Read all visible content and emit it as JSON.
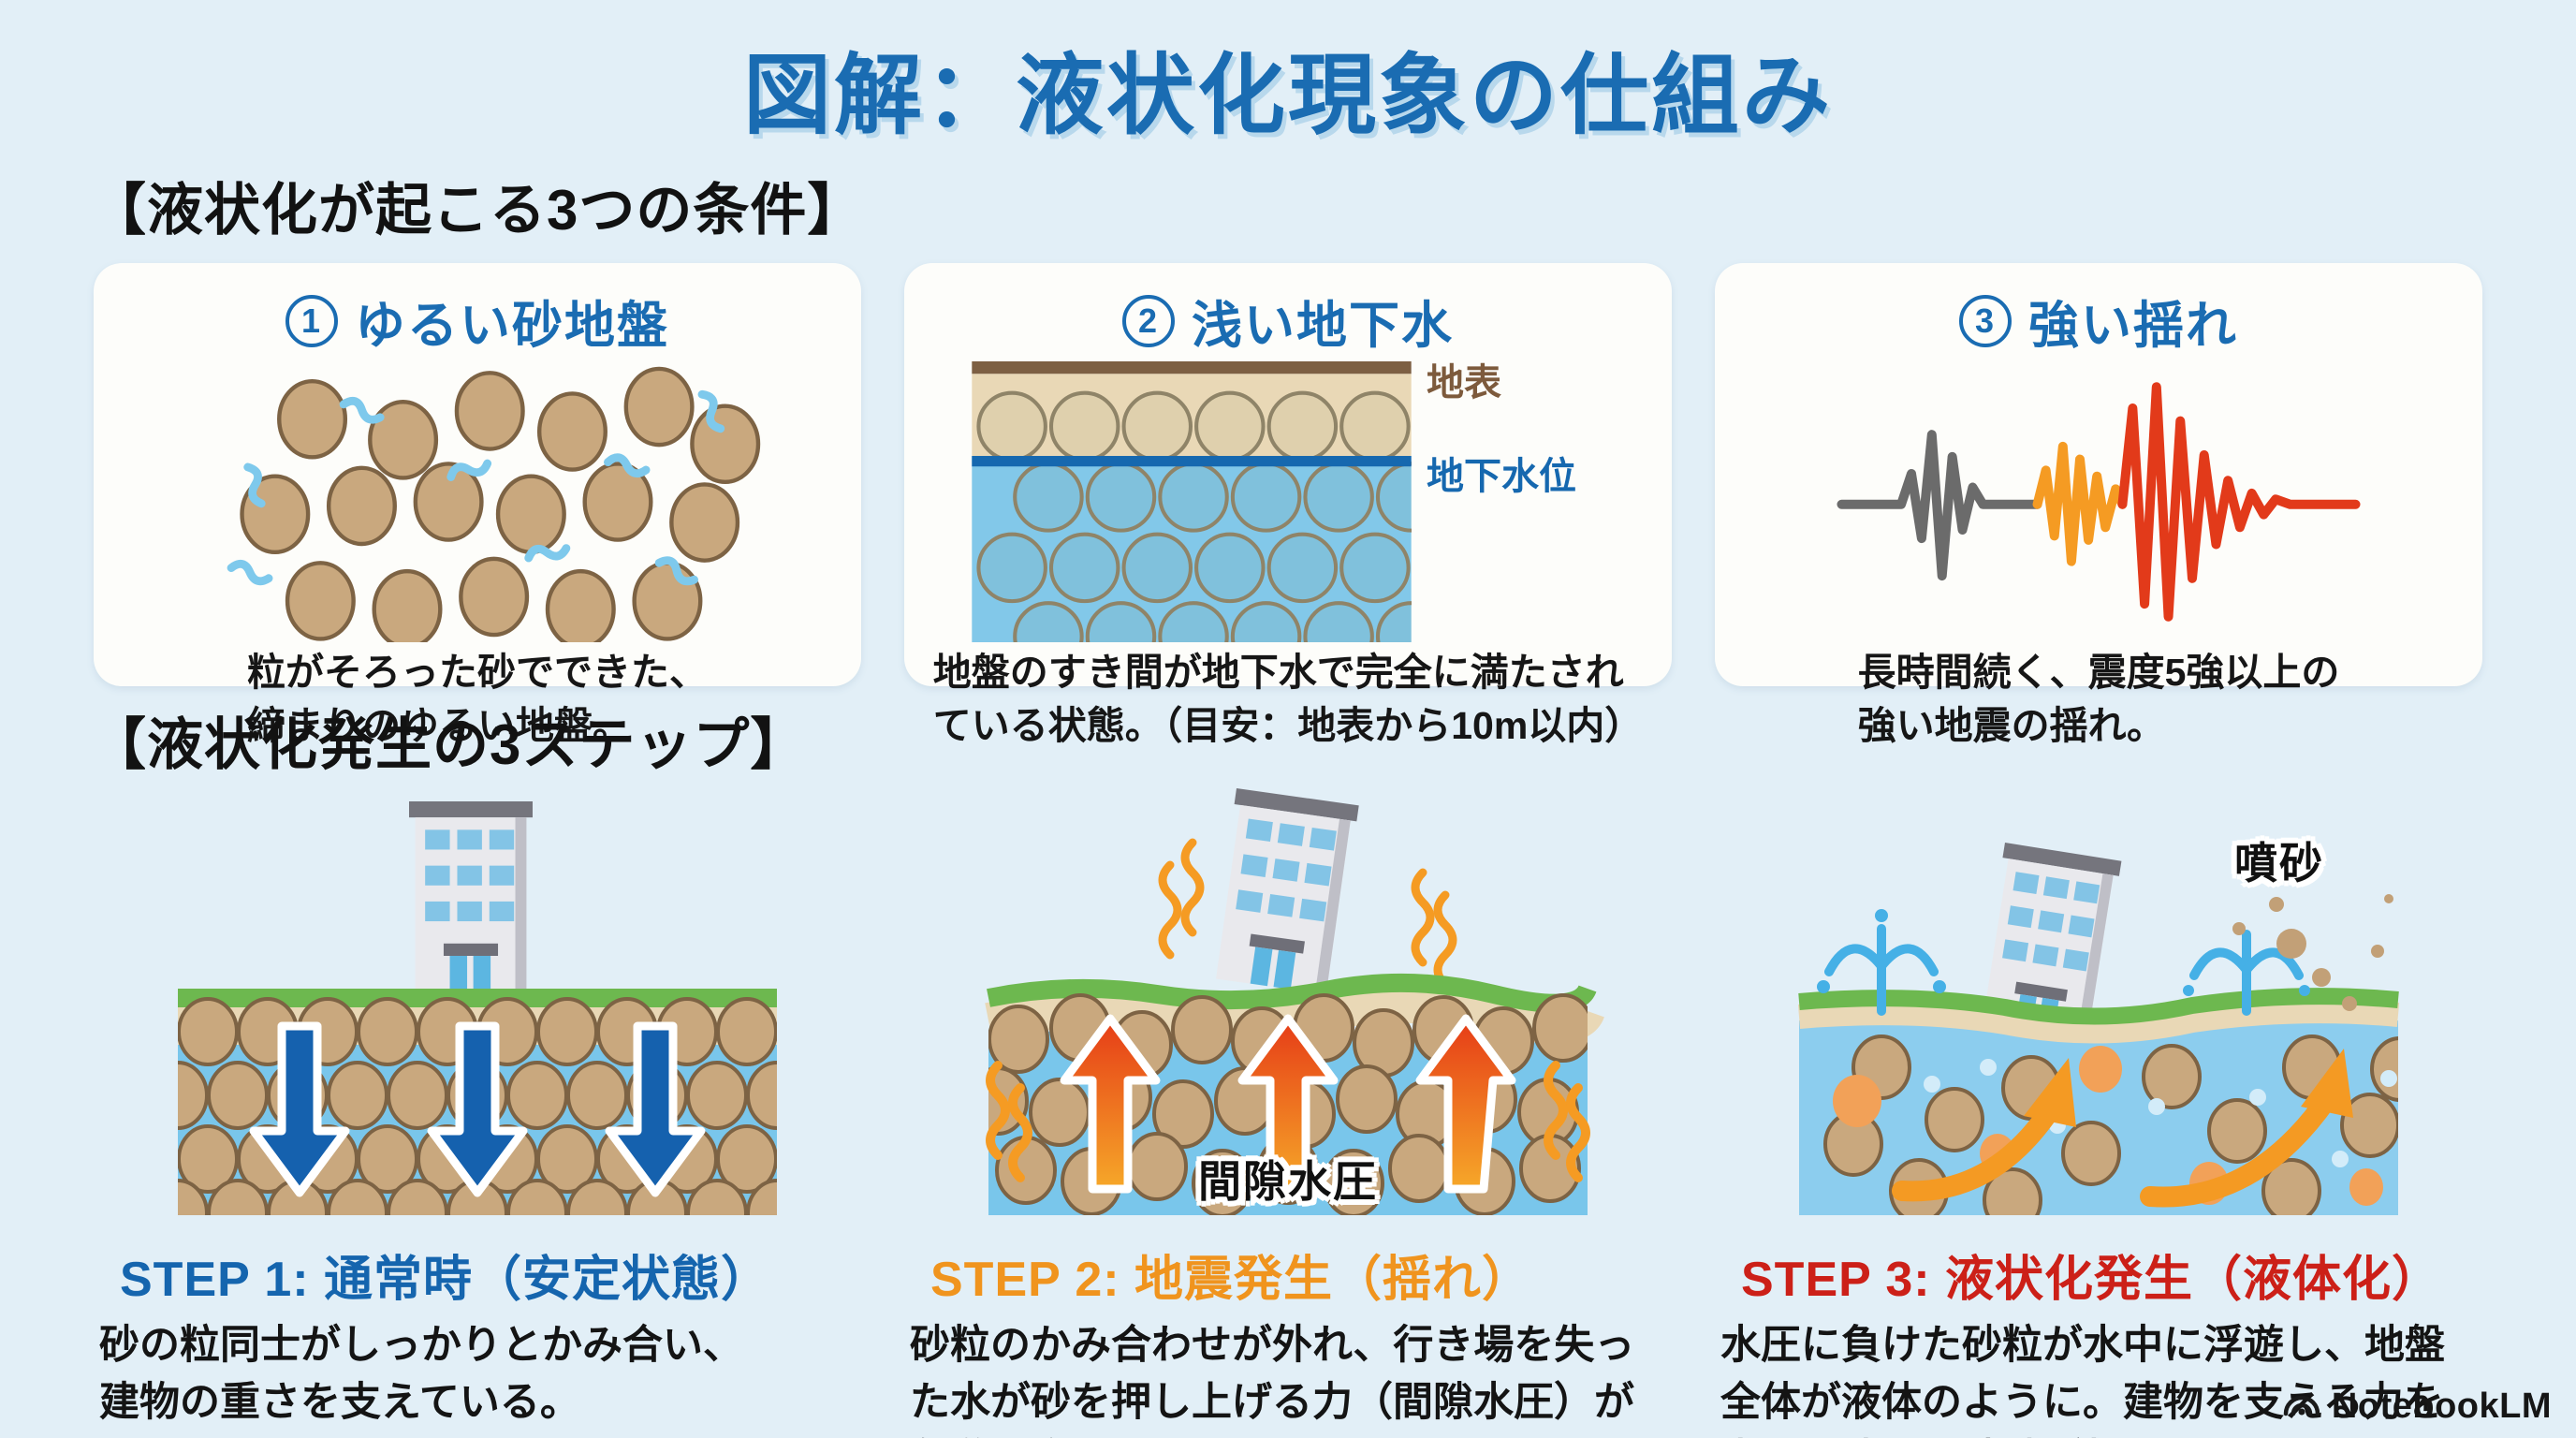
{
  "title": "図解：液状化現象の仕組み",
  "sections": {
    "conditions": {
      "heading": "【液状化が起こる3つの条件】",
      "cards": [
        {
          "number": "1",
          "title": "ゆるい砂地盤",
          "description": "粒がそろった砂でできた、\n締まりのゆるい地盤。"
        },
        {
          "number": "2",
          "title": "浅い地下水",
          "description": "地盤のすき間が地下水で完全に満たされ\nている状態。（目安：地表から10m以内）",
          "labels": {
            "surface": "地表",
            "water_table": "地下水位"
          }
        },
        {
          "number": "3",
          "title": "強い揺れ",
          "description": "長時間続く、震度5強以上の\n強い地震の揺れ。"
        }
      ]
    },
    "steps": {
      "heading": "【液状化発生の3ステップ】",
      "items": [
        {
          "title": "STEP 1: 通常時（安定状態）",
          "description": "砂の粒同士がしっかりとかみ合い、\n建物の重さを支えている。"
        },
        {
          "title": "STEP 2: 地震発生（揺れ）",
          "description": "砂粒のかみ合わせが外れ、行き場を失っ\nた水が砂を押し上げる力（間隙水圧）が\n急激に高まる。",
          "label": "間隙水圧"
        },
        {
          "title": "STEP 3: 液状化発生（液体化）",
          "description": "水圧に負けた砂粒が水中に浮遊し、地盤\n全体が液体のように。建物を支える力を\n失い、沈下や噴砂が起こる。",
          "label": "噴砂"
        }
      ]
    }
  },
  "footer": {
    "brand": "NotebookLM"
  },
  "colors": {
    "bg": "#e2eff7",
    "card_bg": "#fdfdfa",
    "accent_blue": "#1a6cb2",
    "heading_black": "#121212",
    "step1_blue": "#1565ae",
    "step2_orange": "#f0941e",
    "step3_red": "#cc2018",
    "surface_brown": "#7d5a3c",
    "waterline_blue": "#1668af",
    "sand_fill": "#c9a87e",
    "sand_stroke": "#7d6344",
    "water_blue": "#7cc6ea",
    "grass_green": "#6db84f",
    "wave_gray": "#6b6b6b",
    "wave_orange": "#f59b23",
    "wave_red": "#e23a1a"
  }
}
